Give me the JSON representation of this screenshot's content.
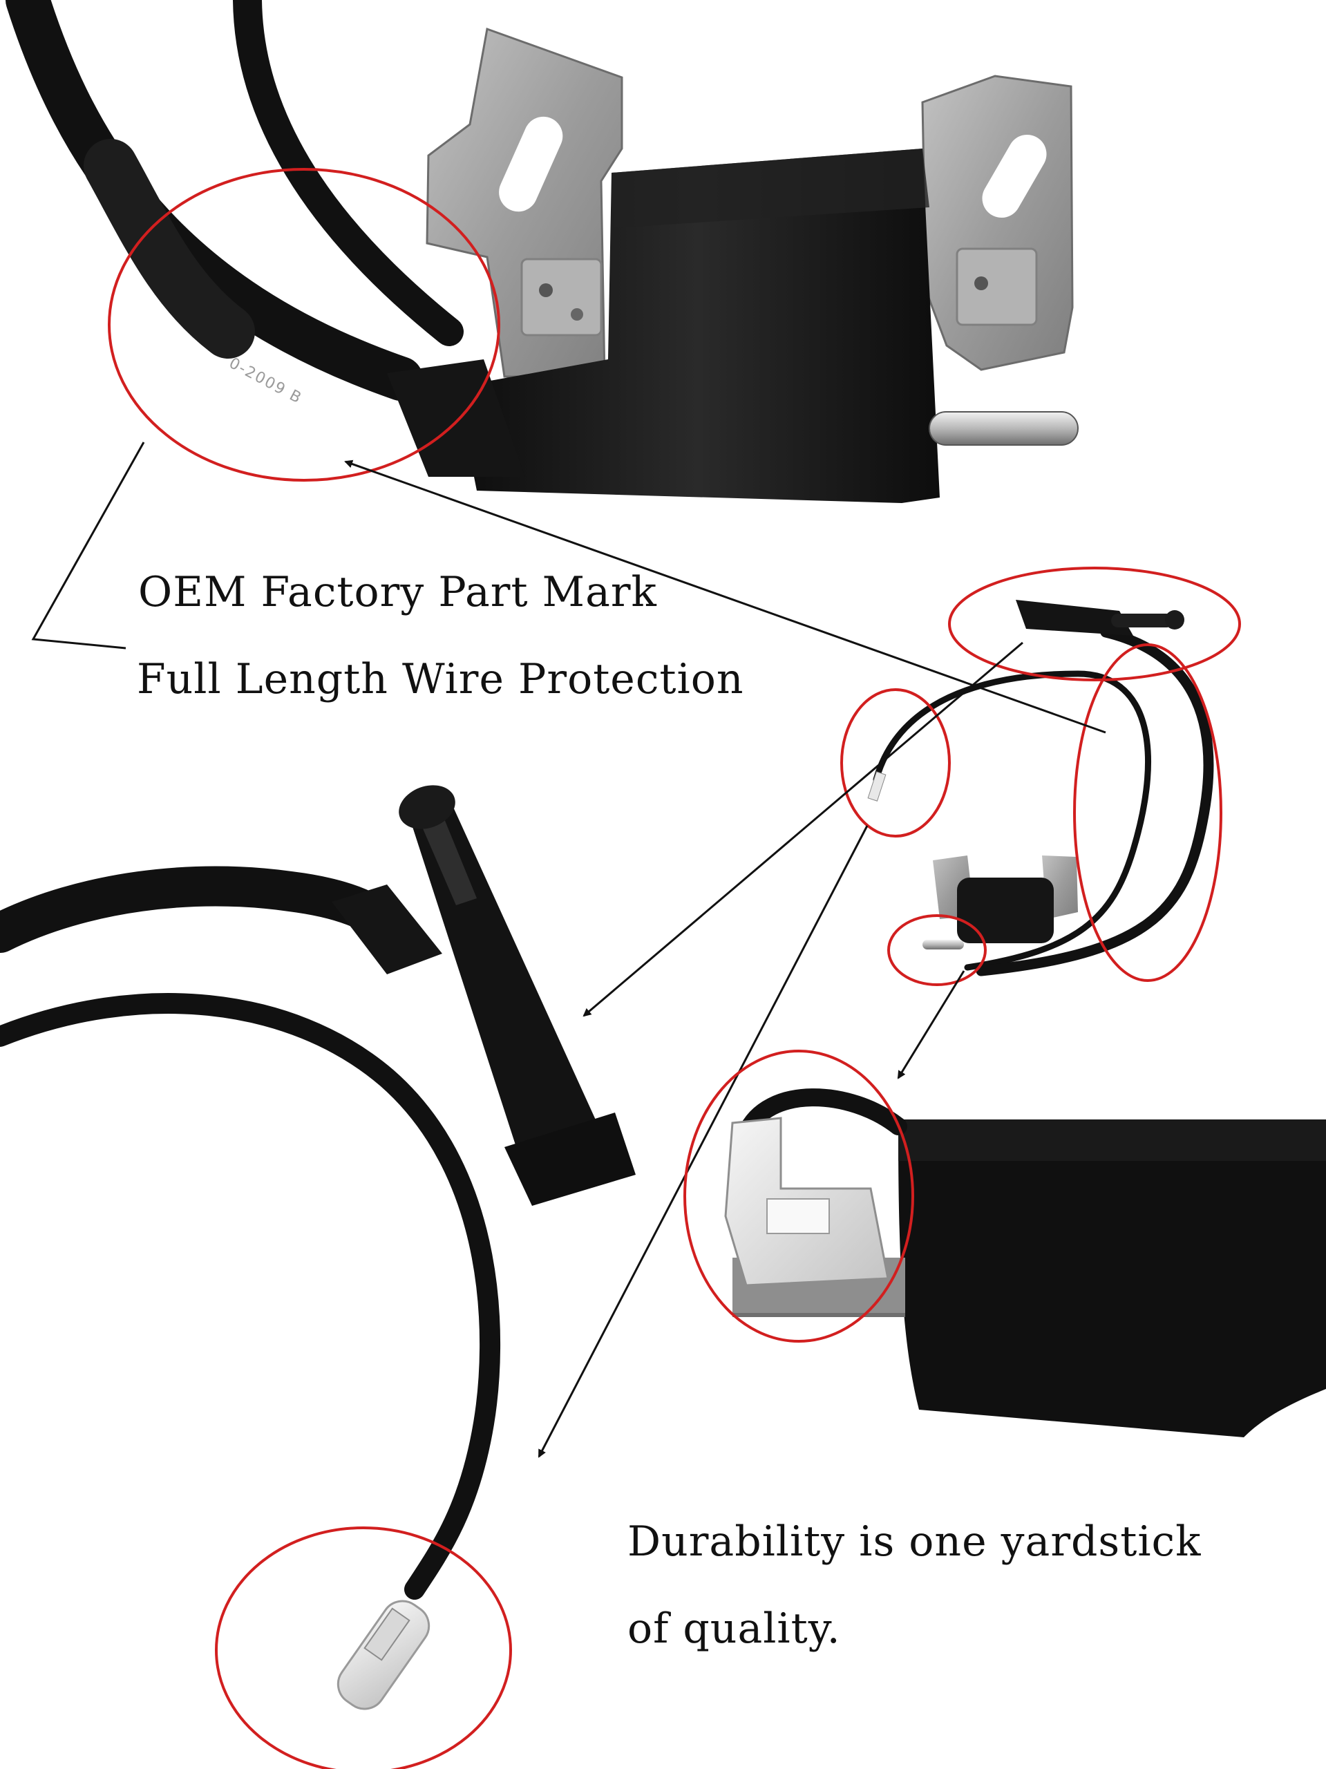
{
  "captions": {
    "factory_mark": "OEM Factory Part Mark",
    "wire_protection": "Full Length Wire Protection",
    "durability_line1": "Durability is one yardstick",
    "durability_line2": "of quality."
  },
  "part_marking": "0-2009 B",
  "colors": {
    "highlight_circle": "#d21f1f",
    "coil_body": "#141414",
    "metal_plate": "#a9a9a9"
  }
}
